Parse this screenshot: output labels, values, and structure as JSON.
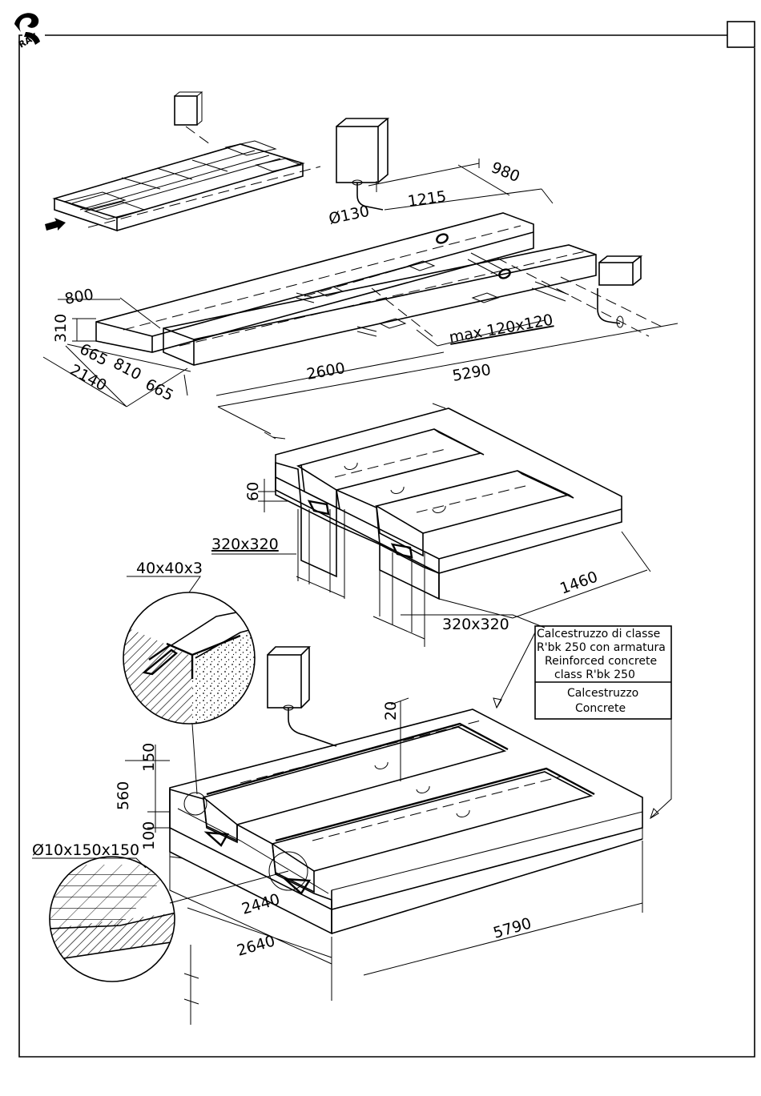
{
  "page": {
    "box_label": ""
  },
  "top": {
    "dims": {
      "d980": "980",
      "d1215": "1215",
      "d130": "Ø130",
      "d800": "800",
      "d310": "310",
      "d665a": "665",
      "d810": "810",
      "d665b": "665",
      "d2140": "2140",
      "d2600": "2600",
      "d5290": "5290",
      "dmax": "max 120x120"
    }
  },
  "middle": {
    "dims": {
      "d60": "60",
      "d320a": "320x320",
      "d320b": "320x320",
      "d1460": "1460",
      "d40": "40x40x3"
    }
  },
  "legend": {
    "reinforced_it_1": "Calcestruzzo di classe",
    "reinforced_it_2": "R'bk 250 con armatura",
    "reinforced_en_1": "Reinforced concrete",
    "reinforced_en_2": "class R'bk 250",
    "concrete_it": "Calcestruzzo",
    "concrete_en": "Concrete"
  },
  "bottom": {
    "dims": {
      "d20": "20",
      "d150": "150",
      "d560": "560",
      "d100": "100",
      "d10": "Ø10x150x150",
      "d2440": "2440",
      "d2640": "2640",
      "d5790": "5790"
    }
  }
}
